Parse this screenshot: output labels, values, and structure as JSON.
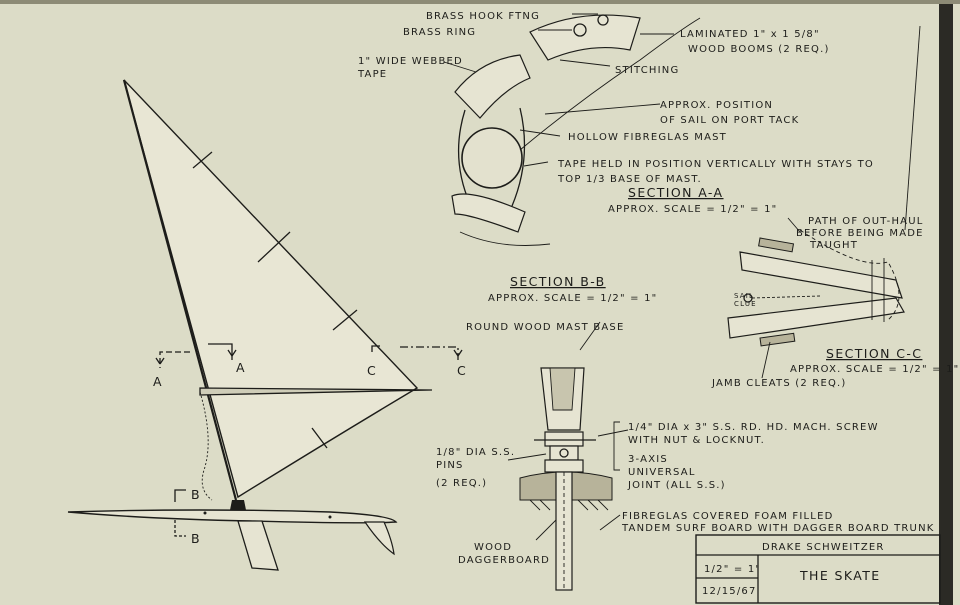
{
  "colors": {
    "paper": "#dcdcc7",
    "ink": "#1d1d1a",
    "frame": "#2b2a25"
  },
  "labels": {
    "brass_hook": "BRASS HOOK FTNG",
    "brass_ring": "BRASS RING",
    "webbed_tape_1": "1\" WIDE WEBBED",
    "webbed_tape_2": "TAPE",
    "laminated_1": "LAMINATED  1\" x 1 5/8\"",
    "laminated_2": "WOOD BOOMS  (2 REQ.)",
    "stitching": "STITCHING",
    "sail_pos_1": "APPROX. POSITION",
    "sail_pos_2": "OF SAIL ON PORT TACK",
    "hollow_mast": "HOLLOW FIBREGLAS MAST",
    "tape_held_1": "TAPE HELD IN POSITION VERTICALLY WITH STAYS TO",
    "tape_held_2": "TOP 1/3 BASE OF MAST.",
    "section_aa": "SECTION A-A",
    "scale_aa": "APPROX. SCALE = 1/2\" = 1\"",
    "outhaul_1": "PATH OF OUT-HAUL",
    "outhaul_2": "BEFORE BEING MADE",
    "outhaul_3": "TAUGHT",
    "sail_clue_1": "SAIL",
    "sail_clue_2": "CLUE",
    "section_bb": "SECTION B-B",
    "scale_bb": "APPROX. SCALE = 1/2\" = 1\"",
    "round_mast": "ROUND WOOD MAST BASE",
    "section_cc": "SECTION C-C",
    "scale_cc": "APPROX. SCALE = 1/2\" = 1\"",
    "jamb_cleats": "JAMB CLEATS (2 REQ.)",
    "screw_1": "1/4\" DIA x 3\" S.S. RD. HD. MACH. SCREW",
    "screw_2": "WITH NUT & LOCKNUT.",
    "pins_1": "1/8\" DIA S.S.",
    "pins_2": "PINS",
    "pins_3": "(2 REQ.)",
    "ujoint_1": "3-AXIS",
    "ujoint_2": "UNIVERSAL",
    "ujoint_3": "JOINT (ALL S.S.)",
    "surfboard_1": "FIBREGLAS COVERED FOAM FILLED",
    "surfboard_2": "TANDEM SURF BOARD WITH DAGGER BOARD TRUNK",
    "wood_1": "WOOD",
    "wood_2": "DAGGERBOARD",
    "mark_a_left": "A",
    "mark_a_right": "A",
    "mark_c_left": "C",
    "mark_c_right": "C",
    "mark_b_top": "B",
    "mark_b_bottom": "B"
  },
  "title_block": {
    "designer": "DRAKE SCHWEITZER",
    "scale": "1/2\" = 1'",
    "date": "12/15/67",
    "title": "THE SKATE"
  }
}
